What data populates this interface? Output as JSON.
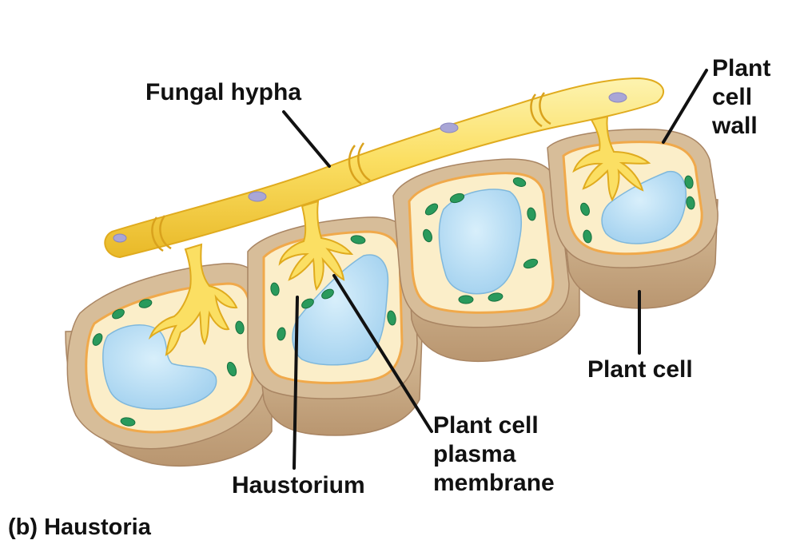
{
  "labels": {
    "fungal_hypha": "Fungal hypha",
    "plant_cell_wall": [
      "Plant",
      "cell",
      "wall"
    ],
    "plant_cell": "Plant cell",
    "plasma_membrane": [
      "Plant cell",
      "plasma",
      "membrane"
    ],
    "haustorium": "Haustorium"
  },
  "caption": "(b) Haustoria",
  "colors": {
    "cell_wall": "#d7bd99",
    "cell_wall_shadow": "#c2a27a",
    "cytoplasm": "#fbeec9",
    "membrane": "#f0a94b",
    "vacuole": "#b5dcf3",
    "chloroplast": "#2a9a5c",
    "hypha": "#fbd84c",
    "nucleus": "#a9a6d6"
  }
}
